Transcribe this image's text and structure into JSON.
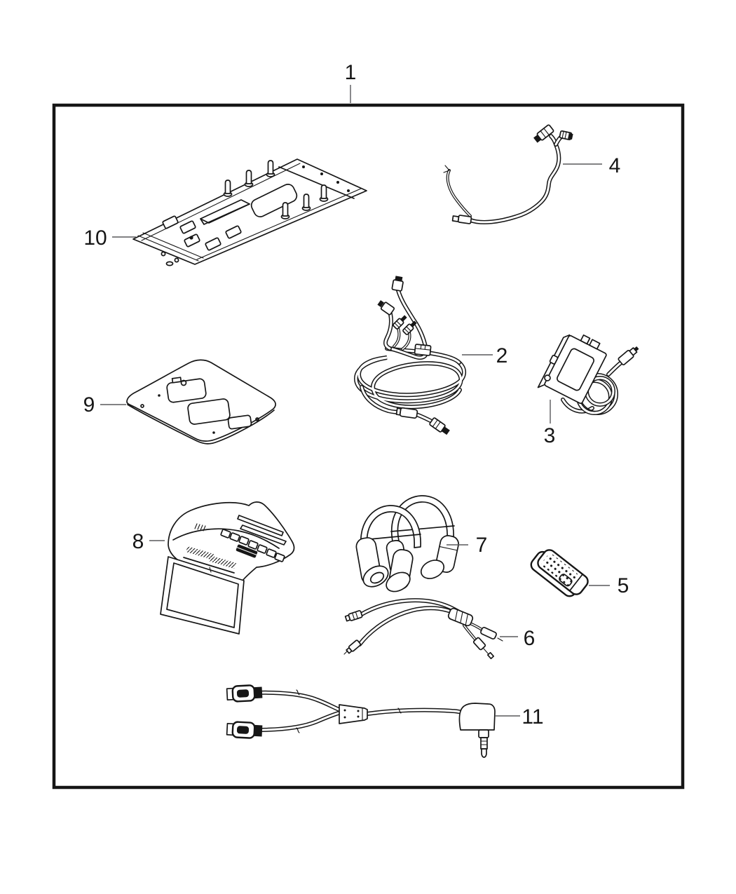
{
  "diagram": {
    "type": "parts-diagram",
    "bg_color": "#ffffff",
    "line_color": "#161616",
    "leader_color": "#58595b",
    "callouts": [
      {
        "num": "1",
        "part": "kit-outline"
      },
      {
        "num": "2",
        "part": "av-wiring-harness"
      },
      {
        "num": "3",
        "part": "module-with-power-cable"
      },
      {
        "num": "4",
        "part": "jumper-harness"
      },
      {
        "num": "5",
        "part": "remote-control"
      },
      {
        "num": "6",
        "part": "av-jumper-cable"
      },
      {
        "num": "7",
        "part": "wireless-headphones"
      },
      {
        "num": "8",
        "part": "overhead-video-monitor"
      },
      {
        "num": "9",
        "part": "mounting-bezel"
      },
      {
        "num": "10",
        "part": "mounting-bracket"
      },
      {
        "num": "11",
        "part": "y-splitter-cable"
      }
    ]
  }
}
